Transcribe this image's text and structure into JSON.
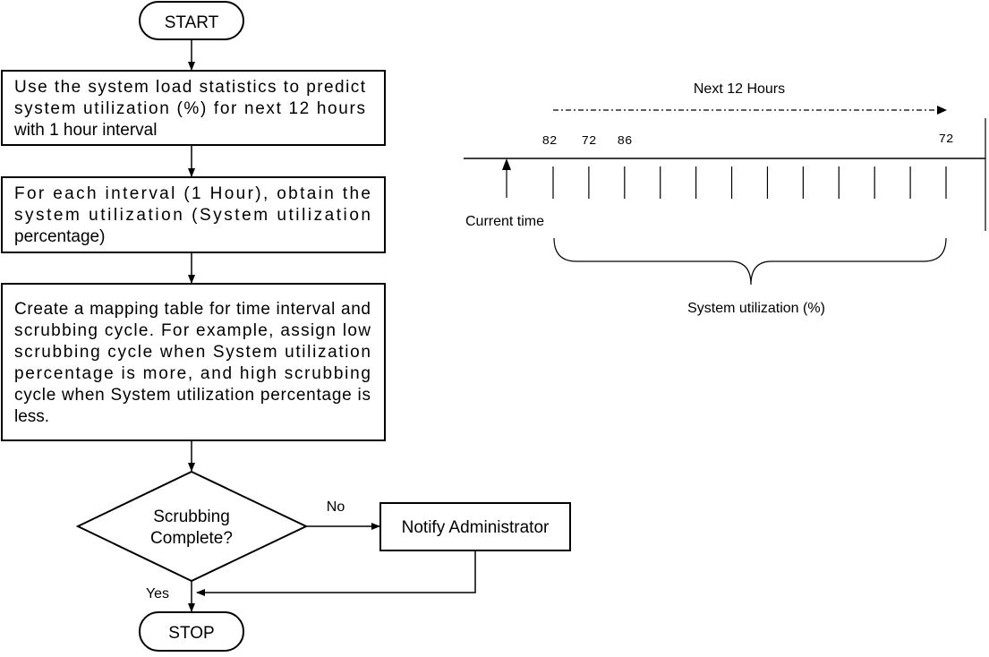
{
  "flowchart": {
    "start_label": "START",
    "step1_lines": [
      "Use the system load statistics to predict",
      "system utilization (%) for next 12 hours",
      "with 1 hour interval"
    ],
    "step2_lines": [
      "For each interval (1 Hour), obtain the",
      "system utilization (System utilization",
      "percentage)"
    ],
    "step3_lines": [
      "Create a mapping table for time interval and",
      "scrubbing cycle. For example, assign low",
      "scrubbing cycle when System utilization",
      "percentage is more, and high scrubbing",
      "cycle when System utilization percentage is",
      "less."
    ],
    "decision_lines": [
      "Scrubbing",
      "Complete?"
    ],
    "no_label": "No",
    "yes_label": "Yes",
    "notify_label": "Notify Administrator",
    "stop_label": "STOP"
  },
  "timeline": {
    "next_label": "Next 12 Hours",
    "current_time_label": "Current time",
    "utilization_label": "System utilization (%)",
    "tick_values": [
      "82",
      "72",
      "86",
      "72"
    ]
  }
}
